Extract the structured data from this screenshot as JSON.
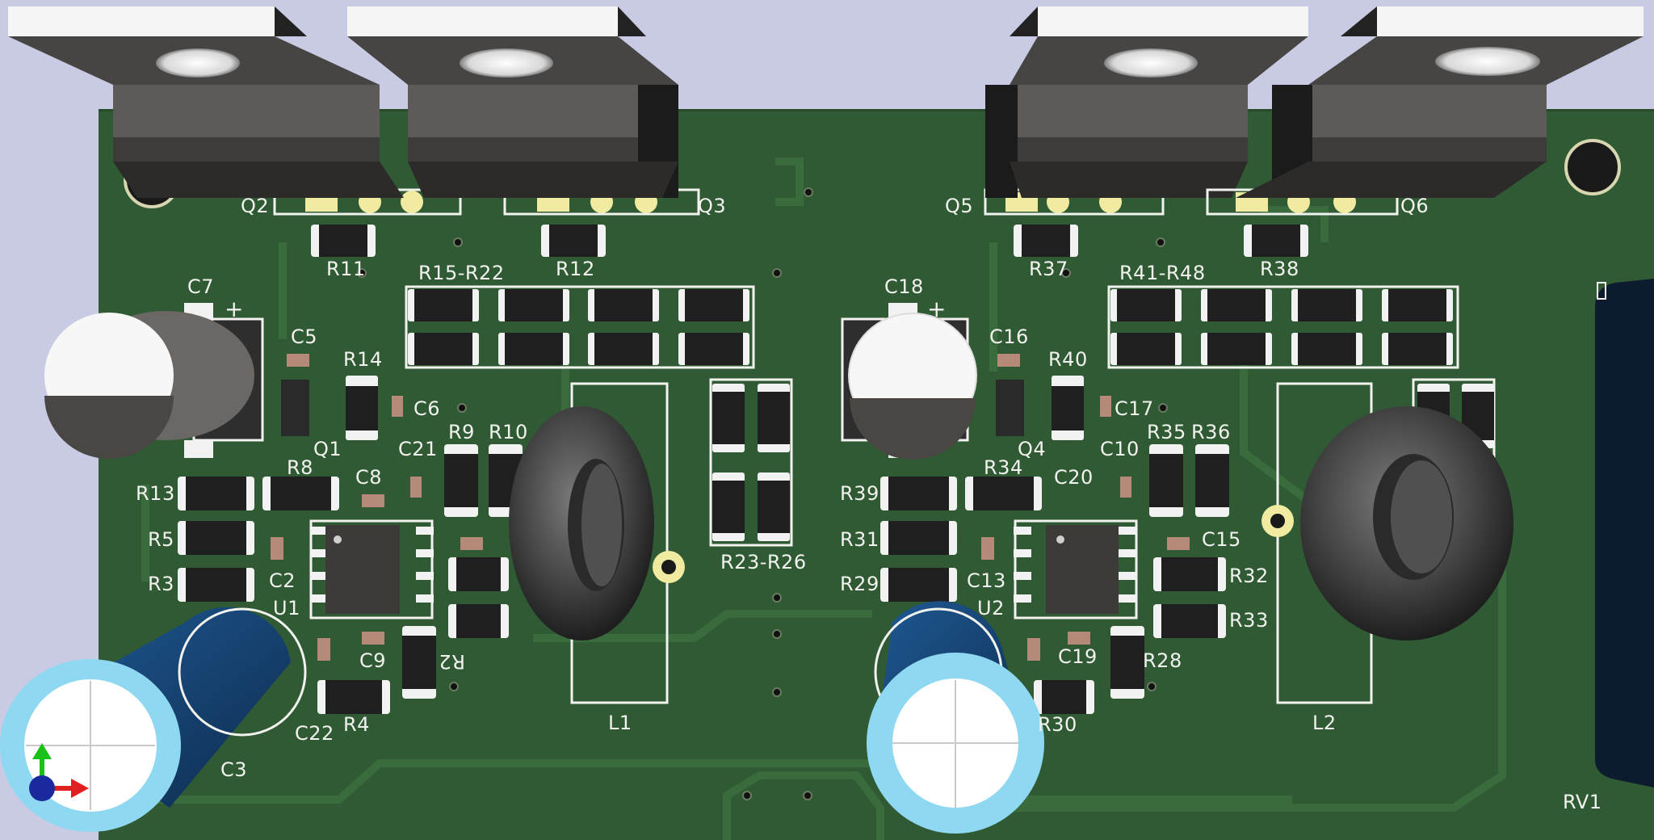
{
  "viewer": {
    "board_labels": {
      "q2": "Q2",
      "q3": "Q3",
      "q5": "Q5",
      "q6": "Q6",
      "r11": "R11",
      "r12": "R12",
      "r37": "R37",
      "r38": "R38",
      "r15_r22": "R15-R22",
      "r41_r48": "R41-R48",
      "r23_r26": "R23-R26",
      "c7": "C7",
      "c18": "C18",
      "c5": "C5",
      "c16": "C16",
      "r14": "R14",
      "r40": "R40",
      "c6": "C6",
      "c17": "C17",
      "q1": "Q1",
      "q4": "Q4",
      "c21": "C21",
      "c10": "C10",
      "r9": "R9",
      "r10": "R10",
      "r35": "R35",
      "r36": "R36",
      "r8": "R8",
      "r34": "R34",
      "c8": "C8",
      "c20": "C20",
      "r13": "R13",
      "r39": "R39",
      "r5": "R5",
      "r31": "R31",
      "r3": "R3",
      "r29": "R29",
      "c2": "C2",
      "c13": "C13",
      "u1": "U1",
      "u2": "U2",
      "c15": "C15",
      "r32": "R32",
      "r33": "R33",
      "c9": "C9",
      "c19": "C19",
      "r2": "R2",
      "r28": "R28",
      "c22": "C22",
      "r4": "R4",
      "r30": "R30",
      "c3": "C3",
      "l1": "L1",
      "l2": "L2",
      "rv1": "RV1",
      "plus1": "+",
      "plus2": "+"
    },
    "colors": {
      "background": "#c9cbe4",
      "board": "#2f5a33",
      "silkscreen": "#f2f2ee",
      "pad": "#f0eba0",
      "cap_blue": "#17406e",
      "cap_rim": "#8fd8f2"
    },
    "axis_icon": [
      "x-axis-arrow",
      "y-axis-arrow",
      "z-axis-dot"
    ]
  }
}
